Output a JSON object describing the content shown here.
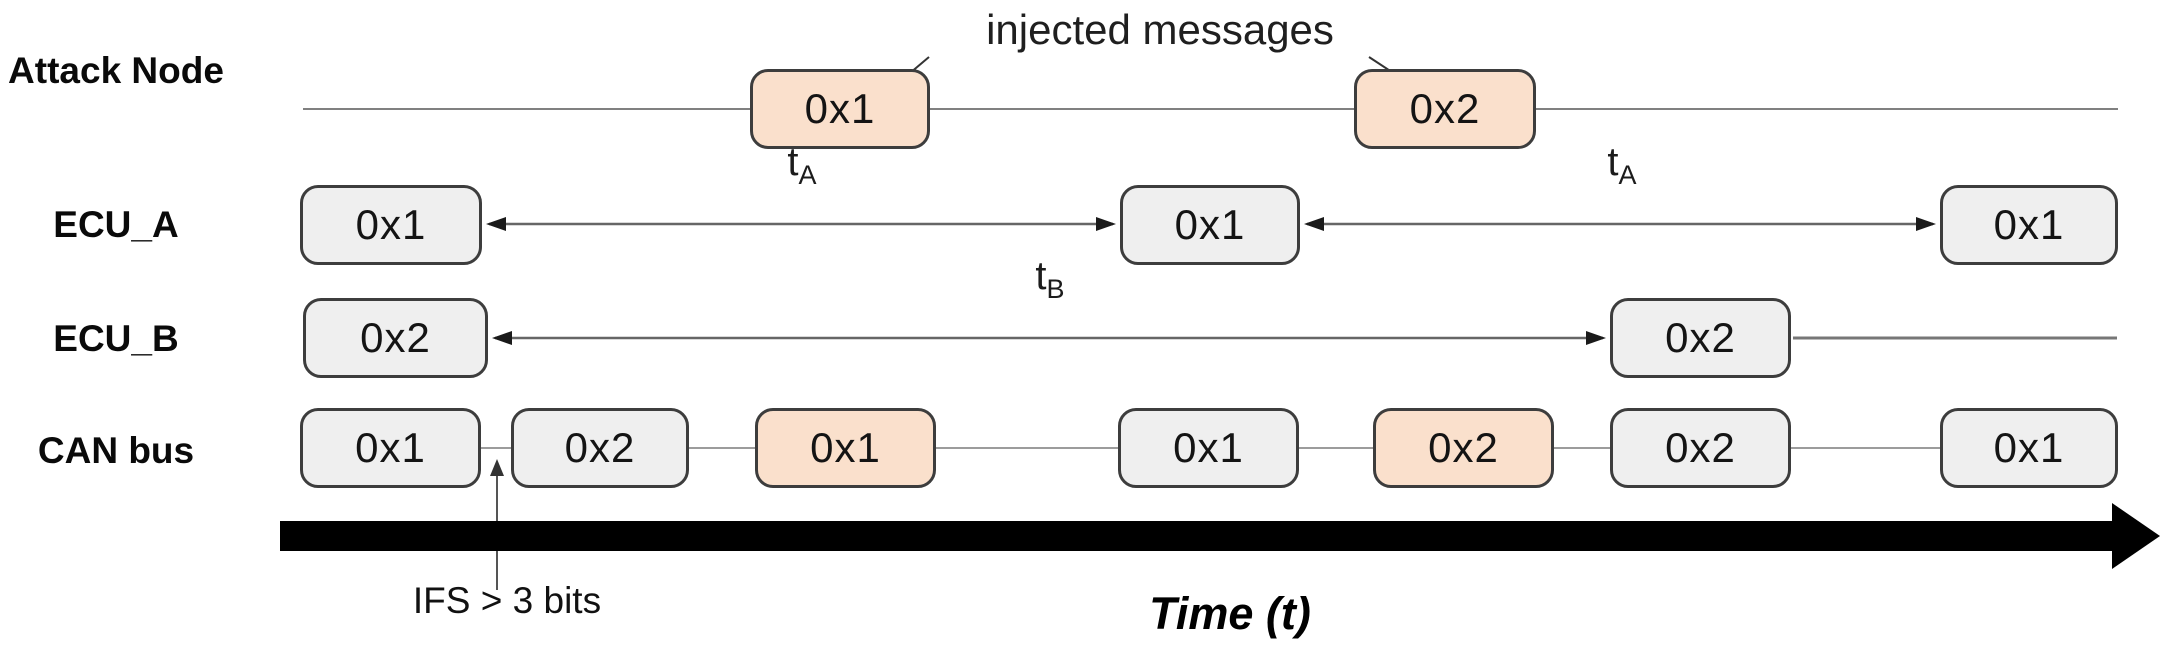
{
  "rows": {
    "attack_node": {
      "label": "Attack Node",
      "boxes": [
        {
          "label": "0x1",
          "injected": true
        },
        {
          "label": "0x2",
          "injected": true
        }
      ]
    },
    "ecu_a": {
      "label": "ECU_A",
      "boxes": [
        {
          "label": "0x1",
          "injected": false
        },
        {
          "label": "0x1",
          "injected": false
        },
        {
          "label": "0x1",
          "injected": false
        }
      ],
      "intervals": [
        {
          "base": "t",
          "sub": "A"
        },
        {
          "base": "t",
          "sub": "A"
        }
      ]
    },
    "ecu_b": {
      "label": "ECU_B",
      "boxes": [
        {
          "label": "0x2",
          "injected": false
        },
        {
          "label": "0x2",
          "injected": false
        }
      ],
      "intervals": [
        {
          "base": "t",
          "sub": "B"
        }
      ]
    },
    "can_bus": {
      "label": "CAN bus",
      "boxes": [
        {
          "label": "0x1",
          "injected": false
        },
        {
          "label": "0x2",
          "injected": false
        },
        {
          "label": "0x1",
          "injected": true
        },
        {
          "label": "0x1",
          "injected": false
        },
        {
          "label": "0x2",
          "injected": true
        },
        {
          "label": "0x2",
          "injected": false
        },
        {
          "label": "0x1",
          "injected": false
        }
      ]
    }
  },
  "annotations": {
    "injected_messages": "injected messages",
    "ifs": "IFS > 3 bits",
    "time_axis": "Time (t)"
  },
  "colors": {
    "injected_fill": "#FAE0CC",
    "normal_fill": "#EFEFEF",
    "box_border": "#3D3D3D",
    "node_line": "#808080",
    "arrow_line": "#666666",
    "bus_connector_line": "#9C9C9C",
    "time_axis_color": "#000000"
  }
}
